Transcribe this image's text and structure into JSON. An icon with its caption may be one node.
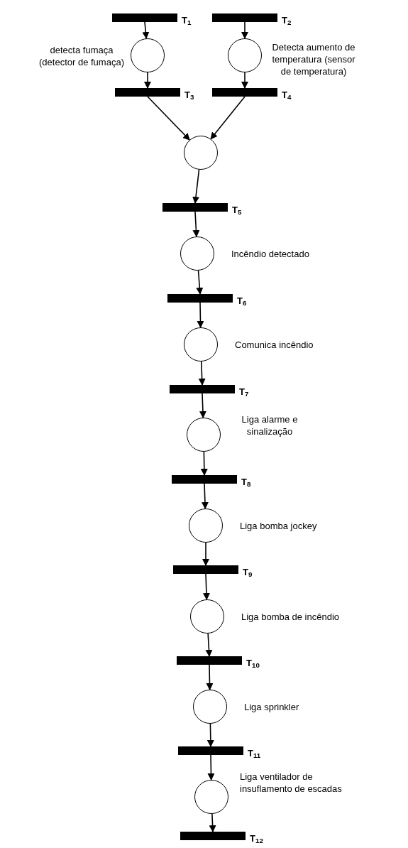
{
  "diagram": {
    "nodes": [
      {
        "text": [],
        "shape": "bar",
        "beside": [
          "T$_{1}$"
        ]
      },
      {
        "text": [],
        "shape": "bar",
        "beside": [
          "T$_{2}$"
        ]
      },
      {
        "text": [],
        "shape": "circle",
        "beside": [
          "detecta fumaça (detector de fumaça)"
        ]
      },
      {
        "text": [],
        "shape": "circle",
        "beside": [
          "Detecta aumento de temperatura (sensor de temperatura)"
        ]
      },
      {
        "text": [],
        "shape": "bar",
        "beside": [
          "T$_{3}$"
        ]
      },
      {
        "text": [],
        "shape": "bar",
        "beside": [
          "T$_{4}$"
        ]
      },
      {
        "text": [],
        "shape": "circle"
      },
      {
        "text": [],
        "shape": "bar",
        "beside": [
          "T$_{5}$"
        ]
      },
      {
        "text": [],
        "shape": "circle",
        "beside": [
          "Incêndio detectado"
        ]
      },
      {
        "text": [],
        "shape": "bar",
        "beside": [
          "T$_{6}$"
        ]
      },
      {
        "text": [],
        "shape": "circle",
        "beside": [
          "Comunica incêndio"
        ]
      },
      {
        "text": [],
        "shape": "bar",
        "beside": [
          "T$_{7}$"
        ]
      },
      {
        "text": [],
        "shape": "circle",
        "beside": [
          "Liga alarme e sinalização"
        ]
      },
      {
        "text": [],
        "shape": "bar",
        "beside": [
          "T$_{8}$"
        ]
      },
      {
        "text": [],
        "shape": "circle",
        "beside": [
          "Liga bomba jockey"
        ]
      },
      {
        "text": [],
        "shape": "bar",
        "beside": [
          "T$_{9}$"
        ]
      },
      {
        "text": [],
        "shape": "circle",
        "beside": [
          "Liga bomba de incêndio"
        ]
      },
      {
        "text": [],
        "shape": "bar",
        "beside": [
          "T$_{10}$"
        ]
      },
      {
        "text": [],
        "shape": "circle",
        "beside": [
          "Liga sprinkler"
        ]
      },
      {
        "text": [],
        "shape": "bar",
        "beside": [
          "T$_{11}$"
        ]
      },
      {
        "text": [],
        "shape": "circle",
        "beside": [
          "Liga ventilador de insuflamento de escadas"
        ]
      },
      {
        "text": [],
        "shape": "bar",
        "beside": [
          "T$_{12}$"
        ]
      }
    ],
    "edges": [
      {
        "from": 0,
        "to": 2,
        "arrow": "to"
      },
      {
        "from": 1,
        "to": 3,
        "arrow": "to"
      },
      {
        "from": 2,
        "to": 4,
        "arrow": "to"
      },
      {
        "from": 3,
        "to": 5,
        "arrow": "to"
      },
      {
        "from": 4,
        "to": 6,
        "arrow": "to"
      },
      {
        "from": 5,
        "to": 6,
        "arrow": "to"
      },
      {
        "from": 6,
        "to": 7,
        "arrow": "to"
      },
      {
        "from": 7,
        "to": 8,
        "arrow": "to"
      },
      {
        "from": 8,
        "to": 9,
        "arrow": "to"
      },
      {
        "from": 9,
        "to": 10,
        "arrow": "to"
      },
      {
        "from": 10,
        "to": 11,
        "arrow": "to"
      },
      {
        "from": 11,
        "to": 12,
        "arrow": "to"
      },
      {
        "from": 12,
        "to": 13,
        "arrow": "to"
      },
      {
        "from": 13,
        "to": 14,
        "arrow": "to"
      },
      {
        "from": 14,
        "to": 15,
        "arrow": "to"
      },
      {
        "from": 15,
        "to": 16,
        "arrow": "to"
      },
      {
        "from": 16,
        "to": 17,
        "arrow": "to"
      },
      {
        "from": 17,
        "to": 18,
        "arrow": "to"
      },
      {
        "from": 18,
        "to": 19,
        "arrow": "to"
      },
      {
        "from": 19,
        "to": 20,
        "arrow": "to"
      },
      {
        "from": 20,
        "to": 21,
        "arrow": "to"
      }
    ]
  }
}
